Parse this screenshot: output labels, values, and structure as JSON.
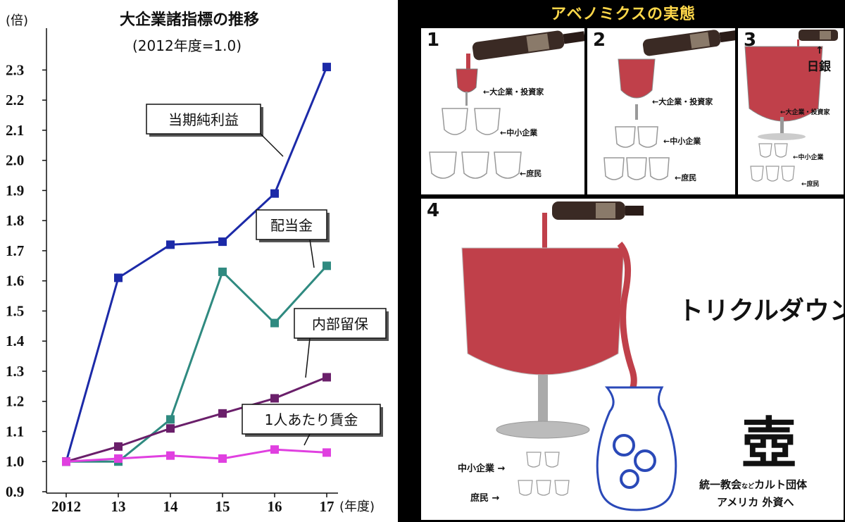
{
  "chart_data": {
    "type": "line",
    "title": "大企業諸指標の推移",
    "subtitle": "(2012年度=1.0)",
    "ylabel": "(倍)",
    "xlabel": "(年度)",
    "categories": [
      "2012",
      "13",
      "14",
      "15",
      "16",
      "17"
    ],
    "ylim": [
      0.9,
      2.35
    ],
    "yticks": [
      "0.9",
      "1.0",
      "1.1",
      "1.2",
      "1.3",
      "1.4",
      "1.5",
      "1.6",
      "1.7",
      "1.8",
      "1.9",
      "2.0",
      "2.1",
      "2.2",
      "2.3"
    ],
    "grid": false,
    "series": [
      {
        "name": "当期純利益",
        "color": "#1c2aa8",
        "values": [
          1.0,
          1.61,
          1.72,
          1.73,
          1.89,
          2.31
        ]
      },
      {
        "name": "配当金",
        "color": "#2f8a80",
        "values": [
          1.0,
          1.0,
          1.14,
          1.63,
          1.46,
          1.65
        ]
      },
      {
        "name": "内部留保",
        "color": "#6a1f6a",
        "values": [
          1.0,
          1.05,
          1.11,
          1.16,
          1.21,
          1.28
        ]
      },
      {
        "name": "1人あたり賃金",
        "color": "#e040e0",
        "values": [
          1.0,
          1.01,
          1.02,
          1.01,
          1.04,
          1.03
        ]
      }
    ]
  },
  "cartoon": {
    "title": "アベノミクスの実態",
    "panels": [
      "1",
      "2",
      "3",
      "4"
    ],
    "labels": {
      "big": "←大企業・投資家",
      "sme": "←中小企業",
      "people": "←庶民",
      "boj_arrow": "↑",
      "boj": "日銀",
      "sme_right": "中小企業 →",
      "people_right": "庶民 →"
    },
    "arrows": [
      "→",
      "→",
      "↙"
    ],
    "trickle": "トリクルダウン",
    "pot": "壺",
    "cult_main": "統一教会",
    "cult_nado": "など",
    "cult_rest": "カルト団体",
    "cult2": "アメリカ 外資へ",
    "colors": {
      "wine": "#c0404a",
      "title": "#ffd84a",
      "vase": "#2a49b8"
    }
  }
}
